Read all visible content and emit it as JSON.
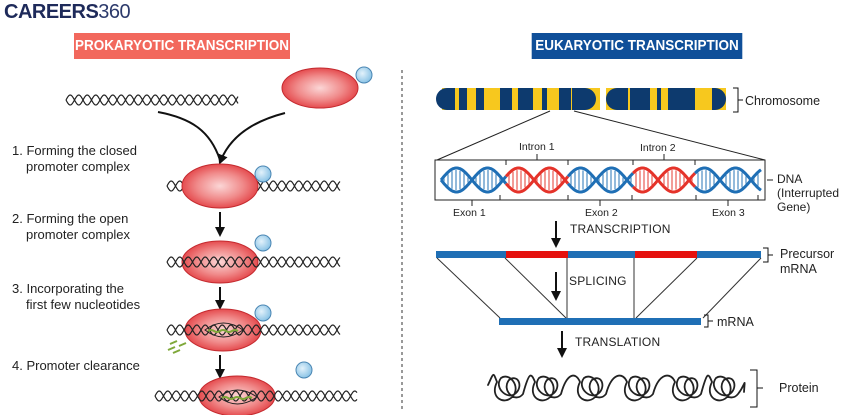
{
  "brand": {
    "name_bold": "CAREERS",
    "name_light": "360"
  },
  "prokaryotic": {
    "title": "PROKARYOTIC TRANSCRIPTION",
    "steps": [
      {
        "line1": "1. Forming the closed",
        "line2": "promoter complex"
      },
      {
        "line1": "2. Forming the open",
        "line2": "promoter complex"
      },
      {
        "line1": "3. Incorporating the",
        "line2": "first few nucleotides"
      },
      {
        "line1": "4. Promoter clearance",
        "line2": ""
      }
    ]
  },
  "eukaryotic": {
    "title": "EUKARYOTIC TRANSCRIPTION",
    "chromosome_label": "Chromosome",
    "dna_label": {
      "line1": "DNA",
      "line2": "(Interrupted",
      "line3": "Gene)"
    },
    "introns": [
      "Intron 1",
      "Intron 2"
    ],
    "exons": [
      "Exon 1",
      "Exon 2",
      "Exon 3"
    ],
    "processes": {
      "transcription": "TRANSCRIPTION",
      "splicing": "SPLICING",
      "translation": "TRANSLATION"
    },
    "precursor_label": {
      "line1": "Precursor",
      "line2": "mRNA"
    },
    "mrna_label": "mRNA",
    "protein_label": "Protein"
  },
  "colors": {
    "pro_header": "#f2685d",
    "euk_header": "#0f4f99",
    "exon_blue": "#1f6fb5",
    "intron_red": "#e5332a",
    "chromosome_navy": "#0d3a6e",
    "chromosome_yellow": "#f7c81e",
    "polymerase_red": "#e8474b",
    "sigma_blue": "#a9d3ec",
    "rna_green": "#7fa83a"
  }
}
